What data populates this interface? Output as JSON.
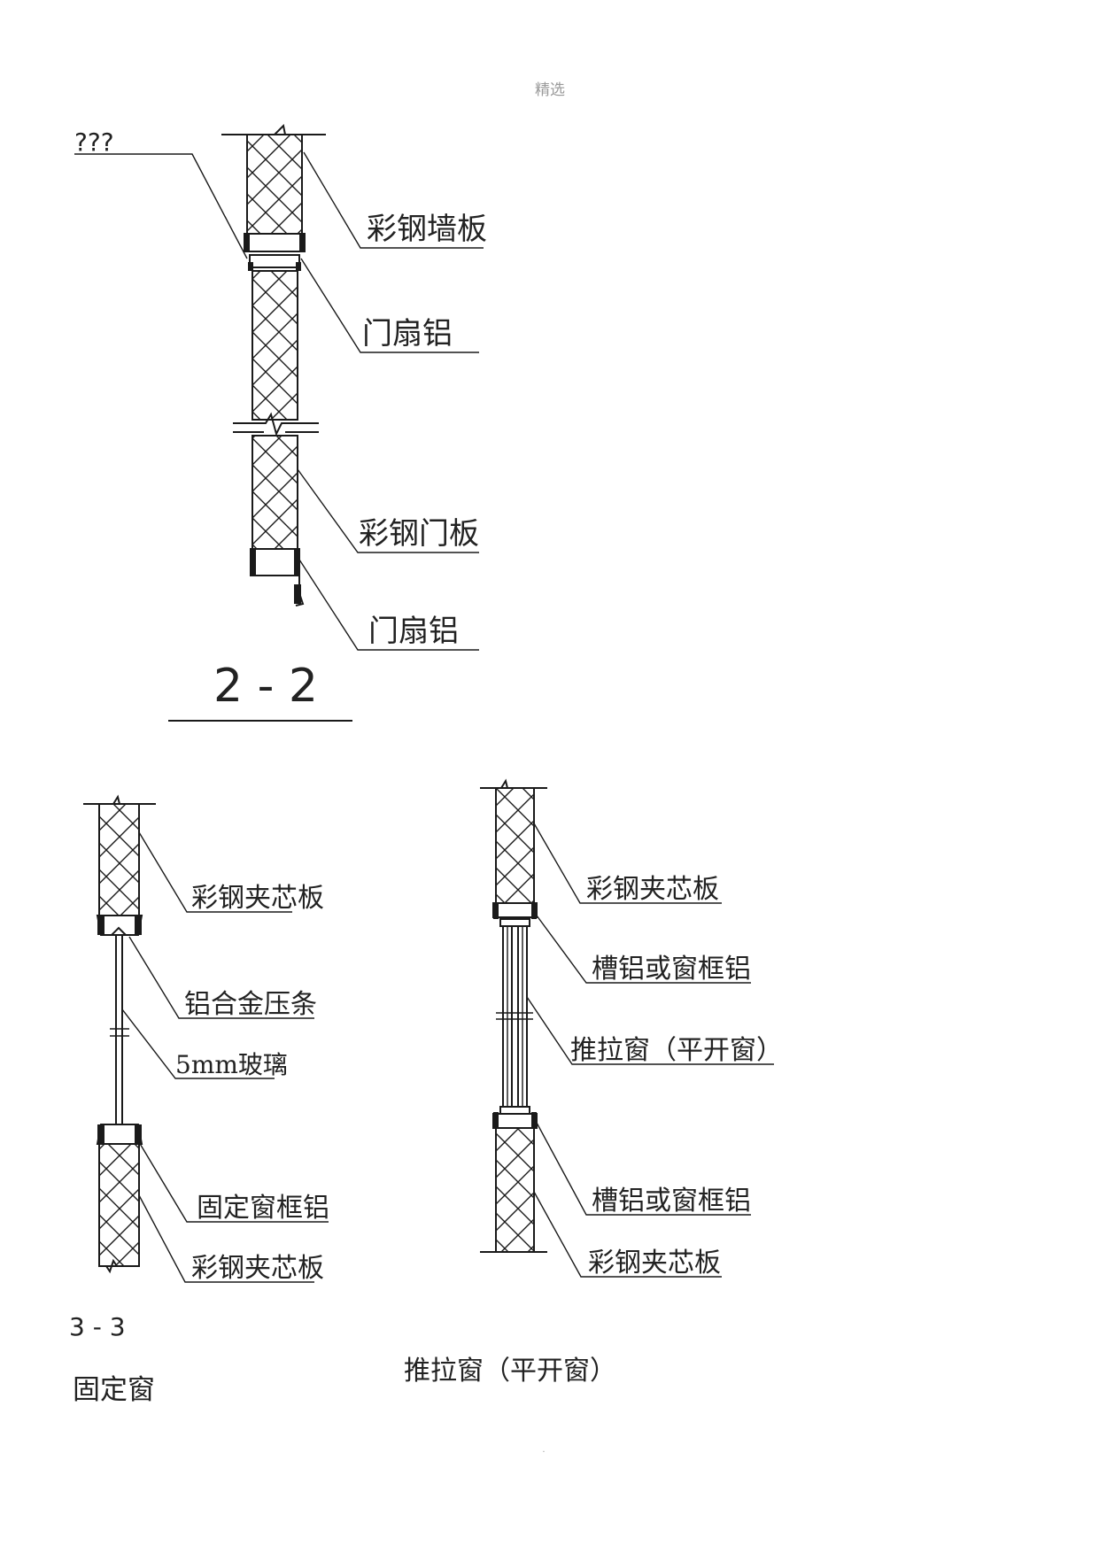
{
  "header": {
    "text": "精选"
  },
  "section_2_2": {
    "marker": "???",
    "labels": {
      "wall_panel": "彩钢墙板",
      "door_aluminum_top": "门扇铝",
      "door_panel": "彩钢门板",
      "door_aluminum_bottom": "门扇铝"
    },
    "title": "2 - 2"
  },
  "section_fixed": {
    "labels": {
      "sandwich_top": "彩钢夹芯板",
      "pressing_strip": "铝合金压条",
      "glass": "5mm玻璃",
      "fixed_frame": "固定窗框铝",
      "sandwich_bottom": "彩钢夹芯板"
    },
    "code": "3 - 3",
    "caption": "固定窗"
  },
  "section_sliding": {
    "labels": {
      "sandwich_top": "彩钢夹芯板",
      "channel_top": "槽铝或窗框铝",
      "sliding_window": "推拉窗（平开窗）",
      "channel_bottom": "槽铝或窗框铝",
      "sandwich_bottom": "彩钢夹芯板"
    },
    "caption": "推拉窗（平开窗）"
  },
  "footer": {
    "mark": "."
  }
}
